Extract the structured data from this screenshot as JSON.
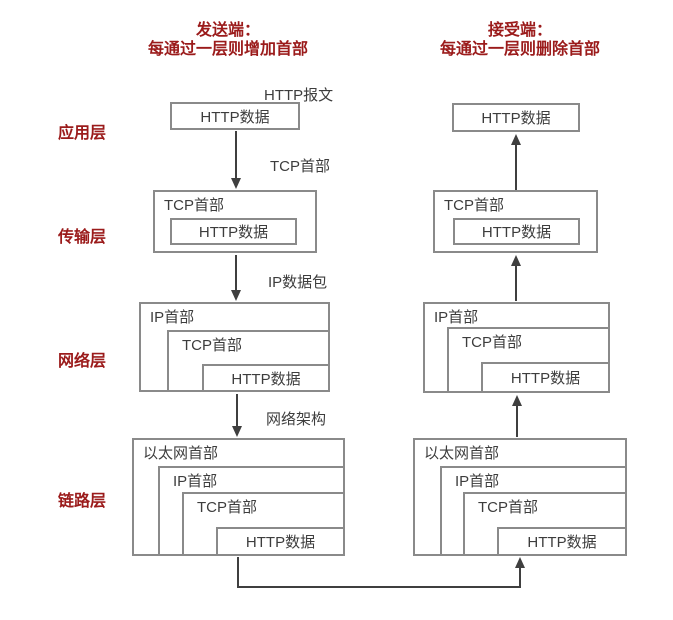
{
  "colors": {
    "accent_red": "#9b1b1b",
    "box_border": "#8a8a8a",
    "arrow": "#3f3f3f",
    "text": "#3d3d3d",
    "background": "#ffffff"
  },
  "sender_header": {
    "line1": "发送端：",
    "line2": "每通过一层则增加首部"
  },
  "receiver_header": {
    "line1": "接受端：",
    "line2": "每通过一层则删除首部"
  },
  "layer_labels": {
    "application": "应用层",
    "transport": "传输层",
    "network": "网络层",
    "link": "链路层"
  },
  "annotations": {
    "http_message": "HTTP报文",
    "tcp_header": "TCP首部",
    "ip_packet": "IP数据包",
    "network_arch": "网络架构"
  },
  "box_labels": {
    "http_data": "HTTP数据",
    "tcp_header": "TCP首部",
    "ip_header": "IP首部",
    "ethernet_header": "以太网首部"
  }
}
